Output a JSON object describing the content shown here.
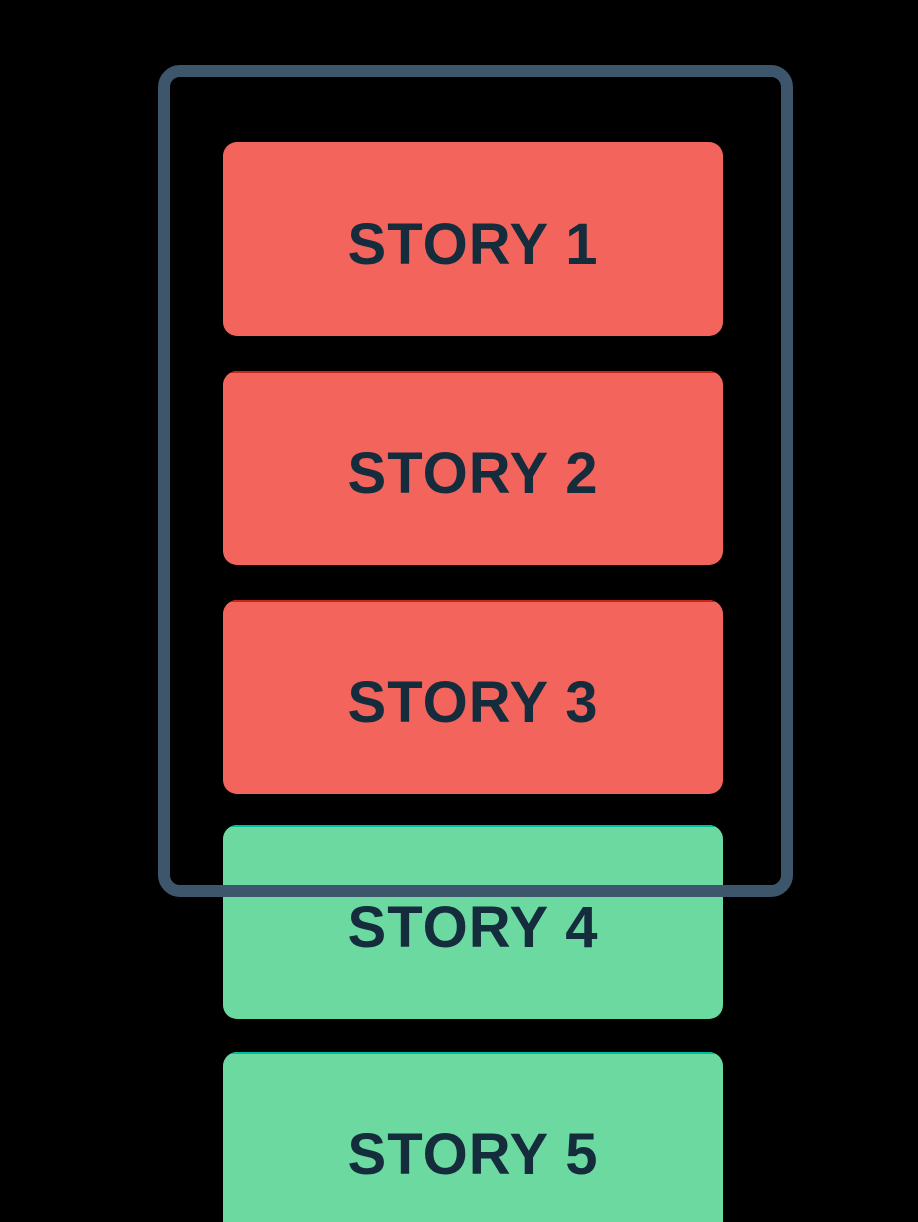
{
  "canvas": {
    "background": "#000000"
  },
  "frame": {
    "stroke_color": "#3d566b"
  },
  "cards": [
    {
      "label": "STORY 1",
      "fill": "#f3655c"
    },
    {
      "label": "STORY 2",
      "fill": "#f3655c",
      "top_edge": "#c6251c"
    },
    {
      "label": "STORY 3",
      "fill": "#f3655c",
      "top_edge": "#c6251c"
    },
    {
      "label": "STORY 4",
      "fill": "#6cd9a1",
      "top_edge": "#00bfa0"
    },
    {
      "label": "STORY 5",
      "fill": "#6cd9a1",
      "top_edge": "#00bfa0"
    }
  ],
  "label_color": "#142c3c"
}
